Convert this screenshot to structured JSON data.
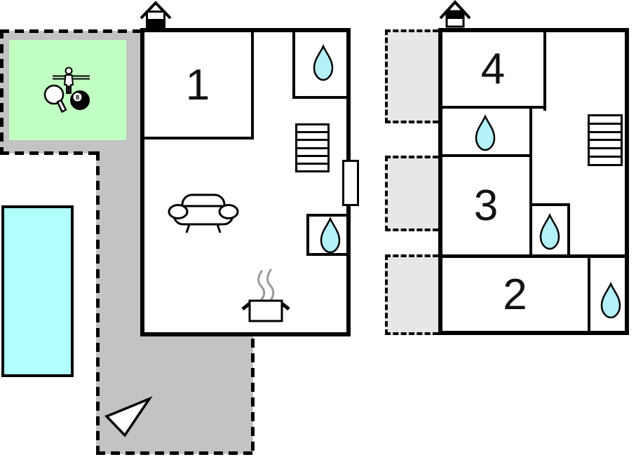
{
  "colors": {
    "wall_black": "#000000",
    "terrace_gray": "#c3c3c3",
    "balcony_gray": "#e7e7e7",
    "pool_blue": "#b2ffff",
    "water_drop_blue": "#b3f0f7",
    "game_room_green": "#c2ffc2",
    "steam_gray": "#999999"
  },
  "ground_floor": {
    "room_label": "1",
    "icons": [
      "chimney-icon",
      "water-drop-icon",
      "stairs-icon",
      "door-icon",
      "sofa-icon",
      "cooking-pot-icon"
    ]
  },
  "upper_floor": {
    "rooms": [
      {
        "label": "4"
      },
      {
        "label": "3"
      },
      {
        "label": "2"
      }
    ],
    "icons": [
      "chimney-icon",
      "water-drop-icon",
      "water-drop-icon",
      "water-drop-icon",
      "stairs-icon"
    ]
  },
  "outdoor": {
    "game_area": {
      "eight_ball_label": "8",
      "icons": [
        "foosball-icon",
        "table-tennis-icon",
        "billiards-ball-icon"
      ]
    },
    "pool": {
      "name": "swimming-pool"
    },
    "terrace": {
      "name": "terrace"
    },
    "balconies": {
      "count": 3
    },
    "compass_arrow": {
      "name": "direction-arrow"
    }
  }
}
